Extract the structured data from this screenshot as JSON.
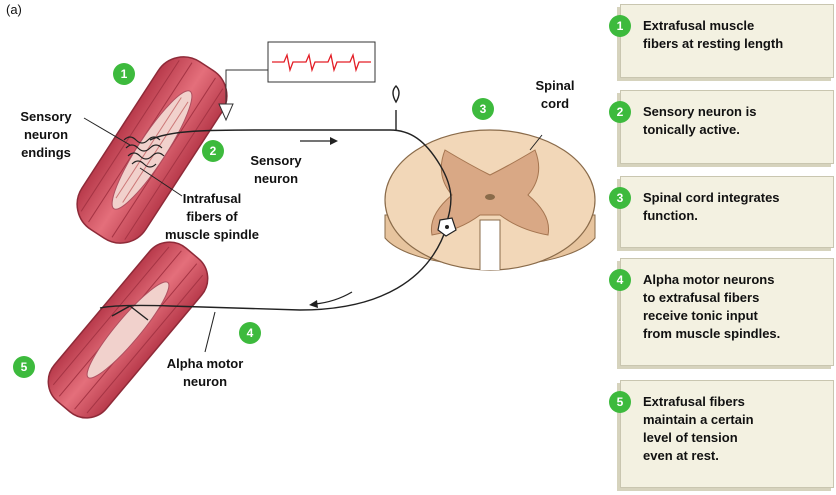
{
  "figure_label": "(a)",
  "labels": {
    "sensory_endings": [
      "Sensory",
      "neuron",
      "endings"
    ],
    "intrafusal": [
      "Intrafusal",
      "fibers of",
      "muscle spindle"
    ],
    "sensory_neuron": [
      "Sensory",
      "neuron"
    ],
    "spinal_cord": [
      "Spinal",
      "cord"
    ],
    "alpha_motor": [
      "Alpha motor",
      "neuron"
    ]
  },
  "diagram_badges": [
    "1",
    "2",
    "3",
    "4",
    "5"
  ],
  "steps": [
    {
      "num": "1",
      "lines": [
        "Extrafusal muscle",
        "fibers at resting length"
      ]
    },
    {
      "num": "2",
      "lines": [
        "Sensory neuron is",
        "tonically active."
      ]
    },
    {
      "num": "3",
      "lines": [
        "Spinal cord integrates",
        "function."
      ]
    },
    {
      "num": "4",
      "lines": [
        "Alpha motor neurons",
        "to extrafusal fibers",
        "receive tonic input",
        "from muscle spindles."
      ]
    },
    {
      "num": "5",
      "lines": [
        "Extrafusal fibers",
        "maintain a certain",
        "level of tension",
        "even at rest."
      ]
    }
  ],
  "colors": {
    "badge": "#3dba3d",
    "muscle": "#d95866",
    "muscle_dark": "#b13a4a",
    "spindle": "#f1d1cc",
    "cord_light": "#f2d7b8",
    "cord_grey": "#d9a885",
    "card": "#f3f1e1",
    "trace": "#e31e26"
  }
}
